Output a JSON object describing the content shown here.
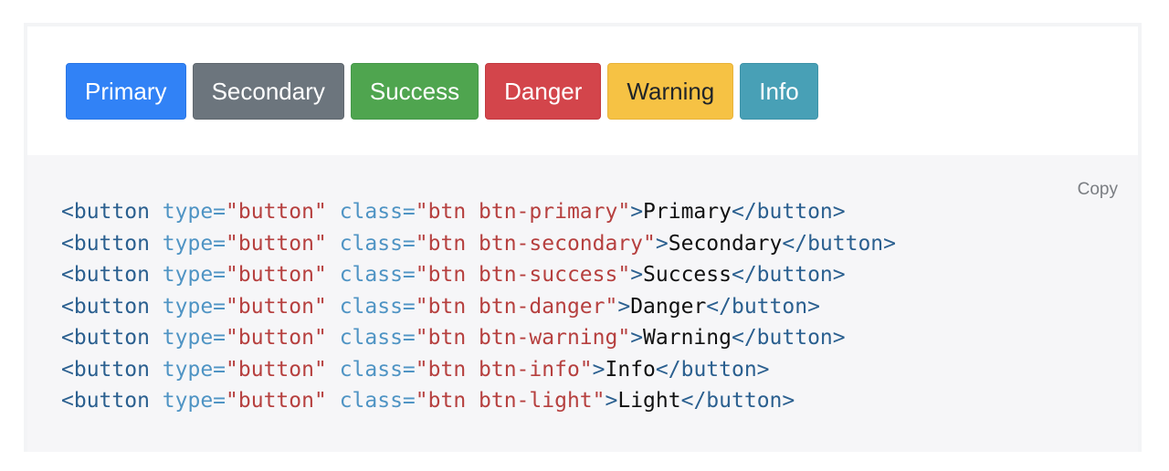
{
  "buttons": [
    {
      "label": "Primary",
      "variant": "primary",
      "color": "#3182f6"
    },
    {
      "label": "Secondary",
      "variant": "secondary",
      "color": "#6c757d"
    },
    {
      "label": "Success",
      "variant": "success",
      "color": "#4fa54f"
    },
    {
      "label": "Danger",
      "variant": "danger",
      "color": "#d3454b"
    },
    {
      "label": "Warning",
      "variant": "warning",
      "color": "#f6c244"
    },
    {
      "label": "Info",
      "variant": "info",
      "color": "#48a0b6"
    }
  ],
  "copy_label": "Copy",
  "code": {
    "tag_open": "<button",
    "attr_type": "type=",
    "type_value": "\"button\"",
    "attr_class": "class=",
    "tag_close_start": ">",
    "tag_end": "</button>",
    "lines": [
      {
        "class_value": "\"btn btn-primary\"",
        "text": "Primary"
      },
      {
        "class_value": "\"btn btn-secondary\"",
        "text": "Secondary"
      },
      {
        "class_value": "\"btn btn-success\"",
        "text": "Success"
      },
      {
        "class_value": "\"btn btn-danger\"",
        "text": "Danger"
      },
      {
        "class_value": "\"btn btn-warning\"",
        "text": "Warning"
      },
      {
        "class_value": "\"btn btn-info\"",
        "text": "Info"
      },
      {
        "class_value": "\"btn btn-light\"",
        "text": "Light"
      }
    ]
  },
  "colors": {
    "tag": "#2a5f8f",
    "attribute": "#4f94c4",
    "string": "#b6403f",
    "code_background": "#f6f6f8"
  }
}
